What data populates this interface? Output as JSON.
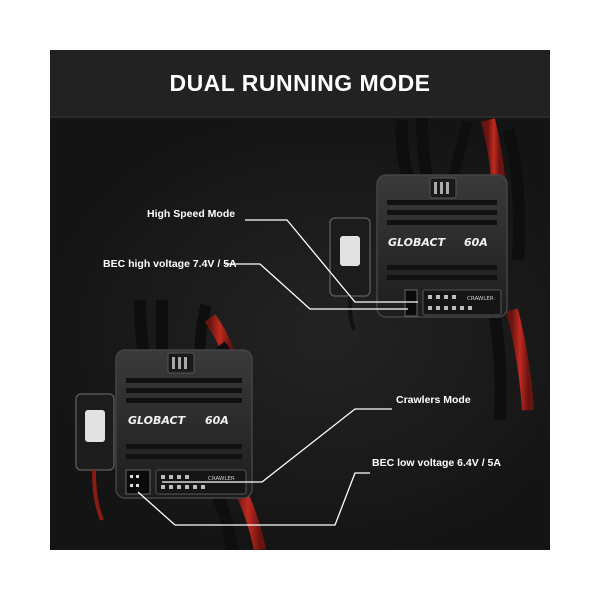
{
  "header": {
    "title": "DUAL RUNNING MODE"
  },
  "device_top": {
    "brand": "GLOBACT",
    "rating": "60A",
    "header_label": "CRAWLER",
    "callouts": [
      {
        "text": "High Speed Mode"
      },
      {
        "text": "BEC high voltage 7.4V / 5A"
      }
    ]
  },
  "device_bottom": {
    "brand": "GLOBACT",
    "rating": "60A",
    "header_label": "CRAWLER",
    "callouts": [
      {
        "text": "Crawlers Mode"
      },
      {
        "text": "BEC low voltage 6.4V / 5A"
      }
    ]
  },
  "colors": {
    "background": "#161616",
    "banner": "#222222",
    "text": "#ffffff",
    "esc_body": "#2a2a2a",
    "wire_red": "#b3261e",
    "switch_white": "#e2e2e2"
  }
}
